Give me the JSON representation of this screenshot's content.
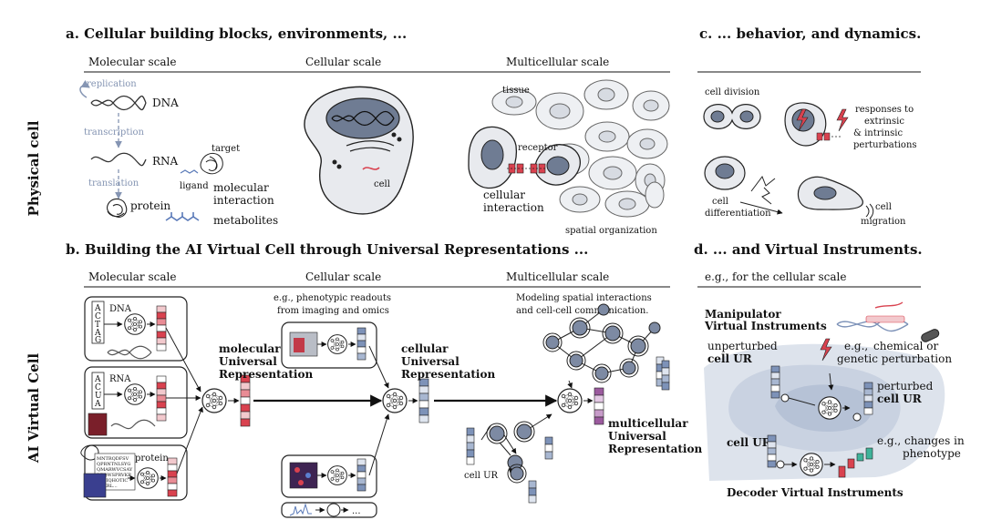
{
  "panel_a": {
    "title": "a.  Cellular building blocks, environments, ...",
    "scales": [
      "Molecular scale",
      "Cellular scale",
      "Multicellular scale"
    ],
    "side_label": "Physical cell",
    "mol": {
      "replication": "replication",
      "dna": "DNA",
      "transcription": "transcription",
      "rna": "RNA",
      "translation": "translation",
      "protein": "protein",
      "target": "target",
      "ligand": "ligand",
      "molecular_interaction_1": "molecular",
      "molecular_interaction_2": "interaction",
      "metabolites": "metabolites"
    },
    "cell": {
      "cell": "cell"
    },
    "multi": {
      "tissue": "tissue",
      "receptor": "receptor",
      "cellular_1": "cellular",
      "interaction_1": "interaction",
      "spatial": "spatial organization"
    }
  },
  "panel_b": {
    "title": "b.  Building the AI Virtual Cell through Universal Representations ...",
    "scales": [
      "Molecular scale",
      "Cellular scale",
      "Multicellular scale"
    ],
    "side_label": "AI Virtual Cell",
    "dna": "DNA",
    "dna_seq": [
      "A",
      "C",
      "T",
      "A",
      "G"
    ],
    "rna": "RNA",
    "rna_seq": [
      "A",
      "C",
      "U",
      "A"
    ],
    "protein": "protein",
    "protein_seq": [
      "MNTRQDFSV",
      "QPRNTNLSYG",
      "QMARWVCSAY",
      "DTQWSPRVKR",
      "PKFIQHOTIC",
      "KPKRL..."
    ],
    "mol_ur_1": "molecular",
    "mol_ur_2": "Universal",
    "mol_ur_3": "Representation",
    "cell_readout_1": "e.g., phenotypic readouts",
    "cell_readout_2": "from imaging and omics",
    "cell_ur_1": "cellular",
    "cell_ur_2": "Universal",
    "cell_ur_3": "Representation",
    "ellipsis": "...",
    "multi_note_1": "Modeling spatial interactions",
    "multi_note_2": "and cell-cell communication.",
    "multi_ur_1": "multicellular",
    "multi_ur_2": "Universal",
    "multi_ur_3": "Representation",
    "cell_ur": "cell UR"
  },
  "panel_c": {
    "title": "c.  ... behavior, and dynamics.",
    "cell_division": "cell division",
    "responses_1": "responses to",
    "responses_2": "extrinsic",
    "responses_3": "& intrinsic",
    "responses_4": "perturbations",
    "differentiation_1": "cell",
    "differentiation_2": "differentiation",
    "migration_1": "cell",
    "migration_2": "migration"
  },
  "panel_d": {
    "title": "d.  ... and Virtual Instruments.",
    "subtitle": "e.g., for the cellular scale",
    "manipulator_1": "Manipulator",
    "manipulator_2": "Virtual Instruments",
    "unperturbed_1": "unperturbed",
    "unperturbed_2": "cell UR",
    "eg_1": "e.g.,",
    "eg_2": "chemical or",
    "eg_3": "genetic perturbation",
    "perturbed_1": "perturbed",
    "perturbed_2": "cell UR",
    "cell_ur": "cell UR",
    "changes_1": "e.g., changes in",
    "changes_2": "phenotype",
    "decoder": "Decoder Virtual Instruments"
  },
  "colors": {
    "ur_red": "#d9424f",
    "ur_blue": "#7d92b8",
    "ur_purple": "#9b5a9e",
    "muted_text": "#8595b3",
    "cell_fill": "#e8eaee",
    "nucleus": "#6f7c93",
    "landscape": "#c9d2e1"
  }
}
